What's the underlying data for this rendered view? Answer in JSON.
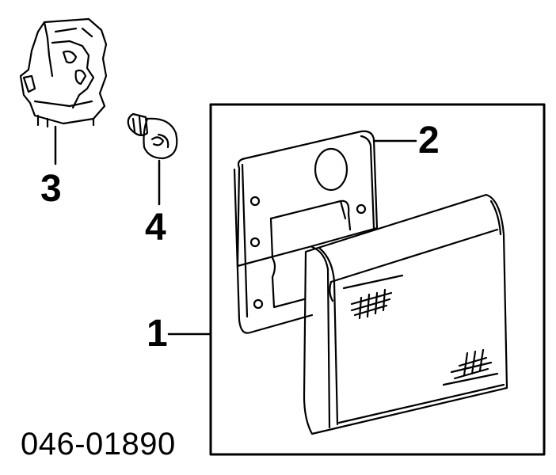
{
  "callouts": {
    "lamp_assembly": "1",
    "gasket": "2",
    "socket": "3",
    "bulb": "4"
  },
  "part_number": "046-01890",
  "colors": {
    "ink": "#000000",
    "paper": "#ffffff"
  }
}
